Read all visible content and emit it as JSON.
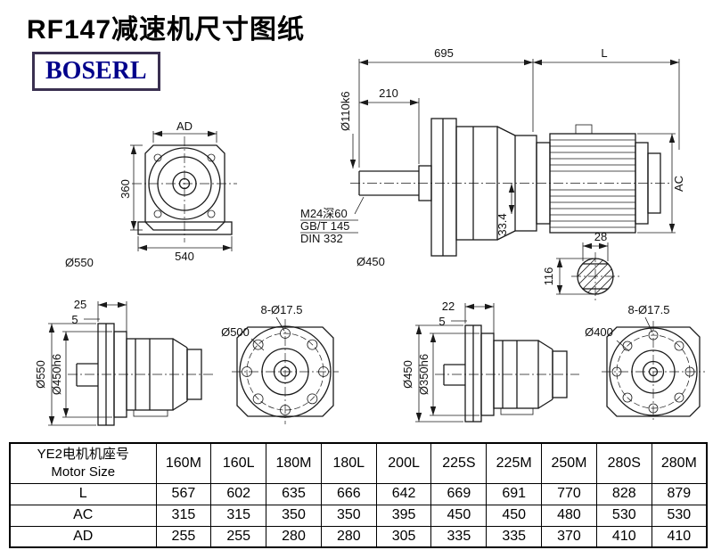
{
  "page": {
    "title": "RF147减速机尺寸图纸"
  },
  "logo": {
    "text": "BOSERL"
  },
  "front_view": {
    "dim_ad": "AD",
    "dim_360": "360",
    "dim_540": "540",
    "dim_d550": "Ø550"
  },
  "side_view": {
    "dim_695": "695",
    "dim_L": "L",
    "dim_210": "210",
    "dim_shaft": "Ø110k6",
    "thread_note_1": "M24深60",
    "thread_note_2": "GB/T 145",
    "thread_note_3": "DIN 332",
    "dim_334": "33.4",
    "dim_ac": "AC",
    "dim_d450": "Ø450",
    "dim_28": "28",
    "dim_116": "116"
  },
  "flange_view_left": {
    "dim_25": "25",
    "dim_5": "5",
    "dim_d550": "Ø550",
    "dim_d450h6": "Ø450h6",
    "bolt_note": "8-Ø17.5",
    "dim_d500": "Ø500"
  },
  "flange_view_right": {
    "dim_22": "22",
    "dim_5": "5",
    "dim_d450": "Ø450",
    "dim_d350h6": "Ø350h6",
    "bolt_note": "8-Ø17.5",
    "dim_d400": "Ø400"
  },
  "table": {
    "header_line1": "YE2电机机座号",
    "header_line2": "Motor Size",
    "columns": [
      "160M",
      "160L",
      "180M",
      "180L",
      "200L",
      "225S",
      "225M",
      "250M",
      "280S",
      "280M"
    ],
    "rows": [
      {
        "label": "L",
        "values": [
          "567",
          "602",
          "635",
          "666",
          "642",
          "669",
          "691",
          "770",
          "828",
          "879"
        ]
      },
      {
        "label": "AC",
        "values": [
          "315",
          "315",
          "350",
          "350",
          "395",
          "450",
          "450",
          "480",
          "530",
          "530"
        ]
      },
      {
        "label": "AD",
        "values": [
          "255",
          "255",
          "280",
          "280",
          "305",
          "335",
          "335",
          "370",
          "410",
          "410"
        ]
      }
    ]
  }
}
